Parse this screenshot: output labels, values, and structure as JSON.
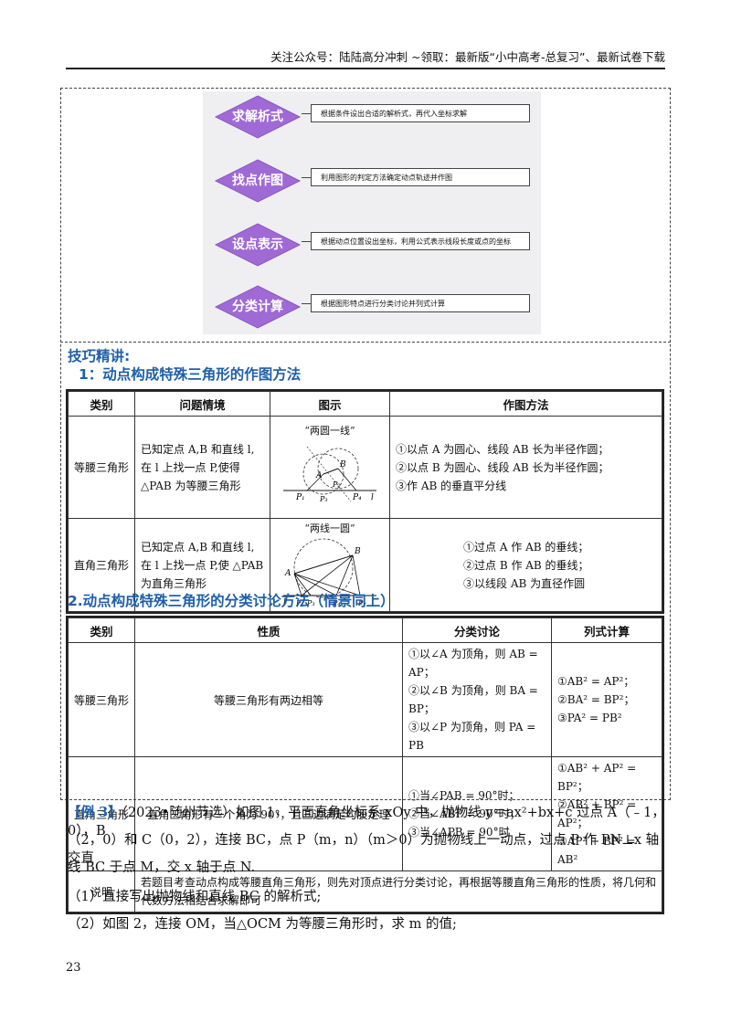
{
  "header": {
    "text": "关注公众号：陆陆高分冲刺   ~领取：最新版“小中高考-总复习”、最新试卷下载"
  },
  "flow": {
    "steps": [
      {
        "label": "求解析式",
        "desc": "根据条件设出合适的解析式，再代入坐标求解"
      },
      {
        "label": "找点作图",
        "desc": "利用图形的判定方法确定动点轨迹并作图"
      },
      {
        "label": "设点表示",
        "desc": "根据动点位置设出坐标，利用公式表示线段长度或点的坐标"
      },
      {
        "label": "分类计算",
        "desc": "根据图形特点进行分类讨论并列式计算"
      }
    ],
    "color": "#a06ad6"
  },
  "skills": {
    "heading": "技巧精讲:",
    "section1_title": "1：动点构成特殊三角形的作图方法",
    "section2_title": "2.动点构成特殊三角形的分类讨论方法（情景同上）"
  },
  "table1": {
    "headers": [
      "类别",
      "问题情境",
      "图示",
      "作图方法"
    ],
    "rows": [
      {
        "category": "等腰三角形",
        "situation": "已知定点 A,B 和直线 l,在 l 上找一点 P,使得 △PAB 为等腰三角形",
        "figure_caption": "“两圆一线”",
        "methods": [
          "①以点 A 为圆心、线段 AB 长为半径作圆；",
          "②以点 B 为圆心、线段 AB 长为半径作圆；",
          "③作 AB 的垂直平分线"
        ]
      },
      {
        "category": "直角三角形",
        "situation": "已知定点 A,B 和直线 l,在 l 上找一点 P,使 △PAB 为直角三角形",
        "figure_caption": "“两线一圆”",
        "methods": [
          "①过点 A 作 AB 的垂线；",
          "②过点 B 作 AB 的垂线；",
          "③以线段 AB 为直径作圆"
        ]
      }
    ]
  },
  "table2": {
    "headers": [
      "类别",
      "性质",
      "分类讨论",
      "列式计算"
    ],
    "rows": [
      {
        "category": "等腰三角形",
        "property": "等腰三角形有两边相等",
        "cases": [
          "①以∠A 为顶角，则 AB = AP；",
          "②以∠B 为顶角，则 BA = BP；",
          "③以∠P 为顶角，则 PA = PB"
        ],
        "formulas": [
          "①AB² = AP²；",
          "②BA² = BP²；",
          "③PA² = PB²"
        ]
      },
      {
        "category": "直角三角形",
        "property": "直角三角形有一个角为 90°，且三边满足勾股定理",
        "cases": [
          "①当∠PAB = 90°时；",
          "②当∠ABP = 90°时；",
          "③当∠APB = 90°时"
        ],
        "formulas": [
          "①AB² + AP² = BP²；",
          "②AB² + BP² = AP²；",
          "③AP² + BP² = AB²"
        ]
      }
    ],
    "note_label": "说明",
    "note": "若题目考查动点构成等腰直角三角形，则先对顶点进行分类讨论，再根据等腰直角三角形的性质，将几何和代数方法相结合求解即可"
  },
  "example": {
    "tag": "【例 3】",
    "line1": "（2023•随州节选）如图 1，平面直角坐标系 xOy 中，抛物线 y＝ax²+bx+c 过点 A（﹣1，0），B",
    "line2": "（2，0）和 C（0，2），连接 BC，点 P（m，n）（m＞0）为抛物线上一动点，过点 P 作 PN⊥x 轴交直",
    "line3": "线 BC 于点 M，交 x 轴于点 N.",
    "q1": "（1）直接写出抛物线和直线 BC 的解析式;",
    "q2": "（2）如图 2，连接 OM，当△OCM 为等腰三角形时，求 m 的值;"
  },
  "page_number": "23"
}
